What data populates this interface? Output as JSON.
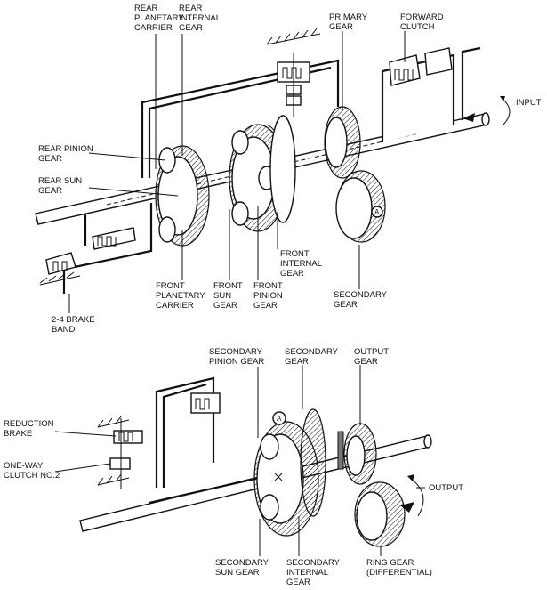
{
  "labels": {
    "rear_planetary_carrier": "REAR\nPLANETARY\nCARRIER",
    "rear_internal_gear": "REAR\nINTERNAL\nGEAR",
    "primary_gear": "PRIMARY\nGEAR",
    "forward_clutch": "FORWARD\nCLUTCH",
    "input": "INPUT",
    "rear_pinion_gear": "REAR PINION\nGEAR",
    "rear_sun_gear": "REAR SUN\nGEAR",
    "front_internal_gear": "FRONT\nINTERNAL\nGEAR",
    "secondary_gear_top": "SECONDARY\nGEAR",
    "front_planetary_carrier": "FRONT\nPLANETARY\nCARRIER",
    "front_sun_gear": "FRONT\nSUN\nGEAR",
    "front_pinion_gear": "FRONT\nPINION\nGEAR",
    "brake_band": "2-4 BRAKE\nBAND",
    "secondary_pinion_gear": "SECONDARY\nPINION GEAR",
    "secondary_gear_bottom": "SECONDARY\nGEAR",
    "output_gear": "OUTPUT\nGEAR",
    "reduction_brake": "REDUCTION\nBRAKE",
    "one_way_clutch": "ONE-WAY\nCLUTCH NO.2",
    "output": "OUTPUT",
    "secondary_sun_gear": "SECONDARY\nSUN GEAR",
    "secondary_internal_gear": "SECONDARY\nINTERNAL\nGEAR",
    "ring_gear": "RING GEAR\n(DIFFERENTIAL)",
    "marker_a_top": "A",
    "marker_a_bottom": "A"
  }
}
